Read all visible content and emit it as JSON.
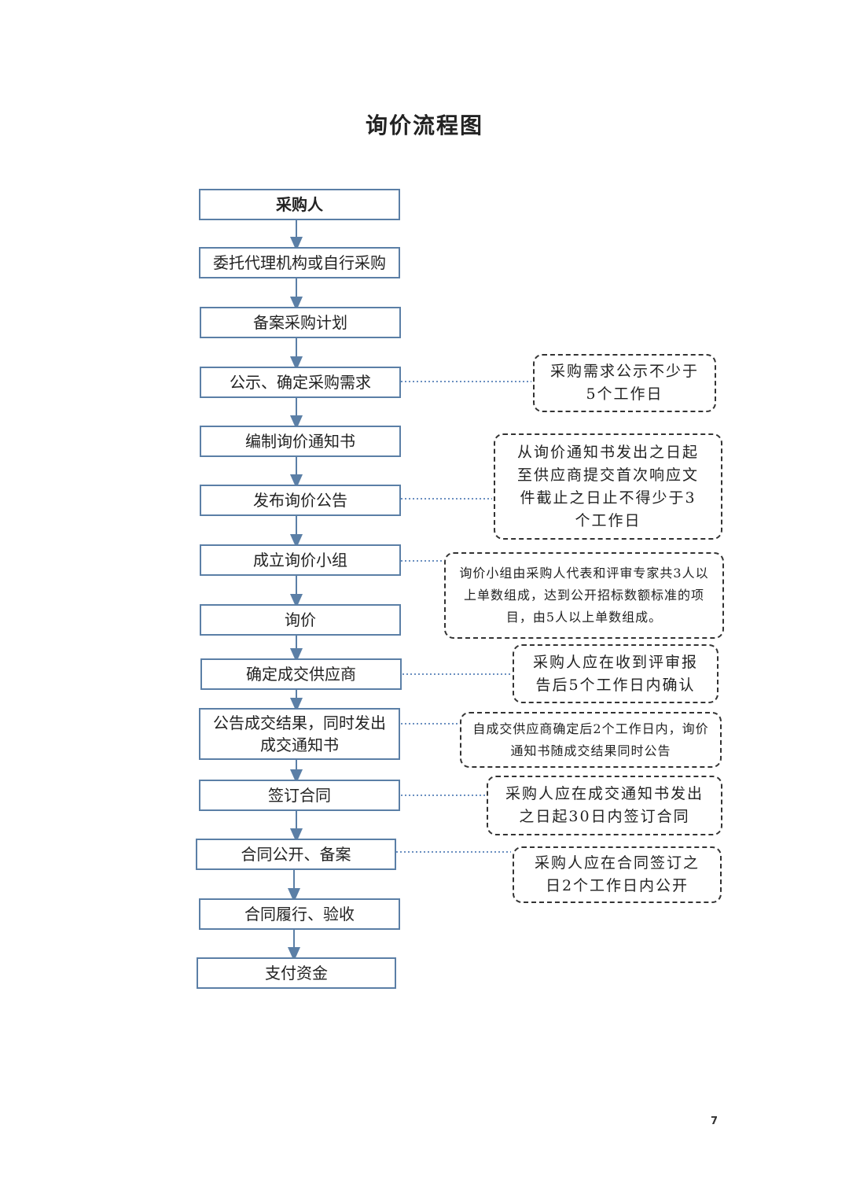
{
  "title": "询价流程图",
  "steps": [
    {
      "label": "采购人"
    },
    {
      "label": "委托代理机构或自行采购"
    },
    {
      "label": "备案采购计划"
    },
    {
      "label": "公示、确定采购需求"
    },
    {
      "label": "编制询价通知书"
    },
    {
      "label": "发布询价公告"
    },
    {
      "label": "成立询价小组"
    },
    {
      "label": "询价"
    },
    {
      "label": "确定成交供应商"
    },
    {
      "label": "公告成交结果，同时发出成交通知书"
    },
    {
      "label": "签订合同"
    },
    {
      "label": "合同公开、备案"
    },
    {
      "label": "合同履行、验收"
    },
    {
      "label": "支付资金"
    }
  ],
  "notes": [
    {
      "text": "采购需求公示不少于5个工作日",
      "attached_step": 3
    },
    {
      "text": "从询价通知书发出之日起至供应商提交首次响应文件截止之日止不得少于3个工作日",
      "attached_step": 5
    },
    {
      "text": "询价小组由采购人代表和评审专家共3人以上单数组成，达到公开招标数额标准的项目，由5人以上单数组成。",
      "attached_step": 6
    },
    {
      "text": "采购人应在收到评审报告后5个工作日内确认",
      "attached_step": 8
    },
    {
      "text": "自成交供应商确定后2个工作日内，询价通知书随成交结果同时公告",
      "attached_step": 9
    },
    {
      "text": "采购人应在成交通知书发出之日起30日内签订合同",
      "attached_step": 10
    },
    {
      "text": "采购人应在合同签订之日2个工作日内公开",
      "attached_step": 11
    }
  ],
  "page_number": "7",
  "colors": {
    "box_border": "#5b7fa6",
    "arrow": "#5b7fa6",
    "dotted_link": "#6a8fc0",
    "note_border": "#333333"
  }
}
